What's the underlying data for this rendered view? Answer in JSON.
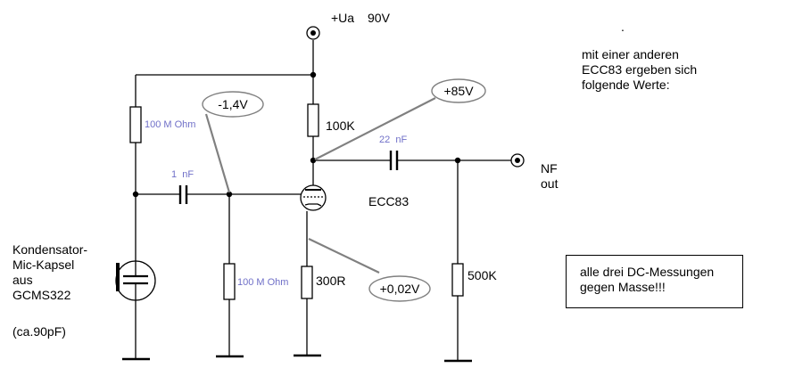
{
  "supply": {
    "label": "+Ua",
    "voltage": "90V"
  },
  "resistors": {
    "mic_bias": "100 M Ohm",
    "grid_leak": "100 M Ohm",
    "anode": "100K",
    "cathode": "300R",
    "output_load": "500K"
  },
  "capacitors": {
    "input": "1  nF",
    "output": "22  nF"
  },
  "tube": {
    "type": "ECC83"
  },
  "output": {
    "line1": "NF",
    "line2": "out"
  },
  "measurements": {
    "grid": "-1,4V",
    "anode": "+85V",
    "cathode": "+0,02V"
  },
  "microphone": {
    "lines": [
      "Kondensator-",
      "Mic-Kapsel",
      "aus",
      "GCMS322"
    ],
    "capacitance": "(ca.90pF)"
  },
  "note": {
    "lines": [
      "mit einer anderen",
      "ECC83 ergeben sich",
      "folgende Werte:"
    ],
    "marker": "."
  },
  "box_note": {
    "lines": [
      "alle drei DC-Messungen",
      "gegen Masse!!!"
    ]
  }
}
